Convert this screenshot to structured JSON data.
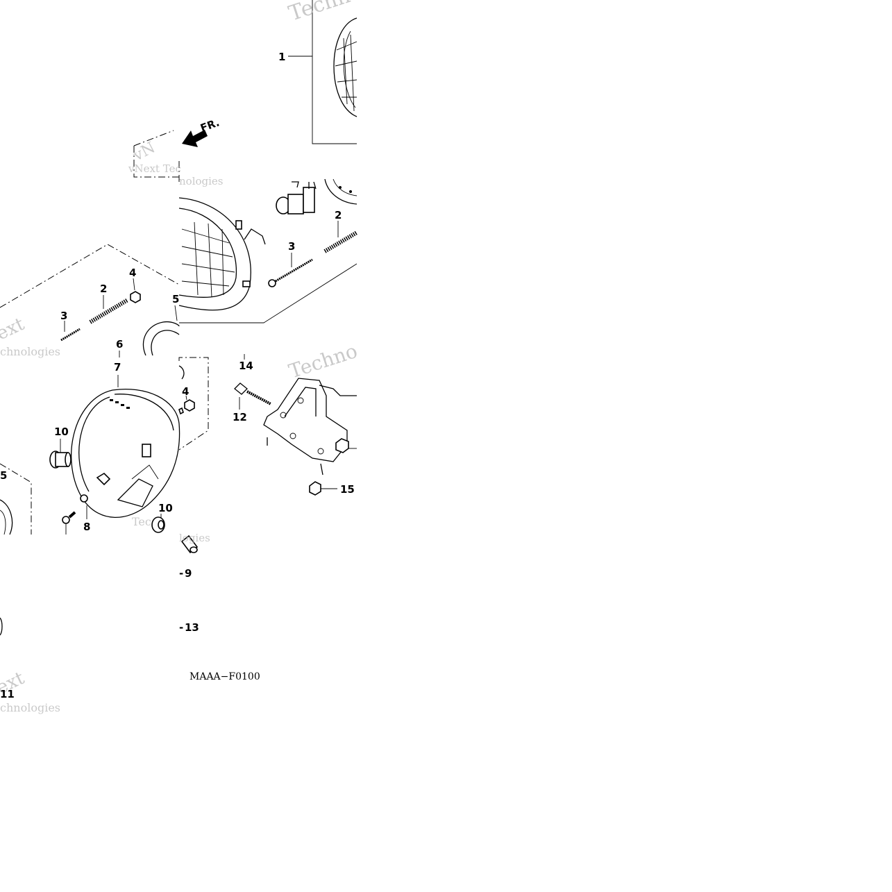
{
  "diagram": {
    "labels": [
      "1",
      "2",
      "3",
      "4",
      "5",
      "6",
      "7",
      "8",
      "9",
      "10",
      "11",
      "12",
      "13",
      "14",
      "15"
    ],
    "part_code": "MAAA−F0100",
    "direction_marker": "FR.",
    "watermarks": [
      "Techno",
      "vNext Tec",
      "nologies",
      "ext",
      "chnologies",
      "Techno",
      "Tec",
      "logies",
      "ext",
      "chnologies"
    ]
  }
}
